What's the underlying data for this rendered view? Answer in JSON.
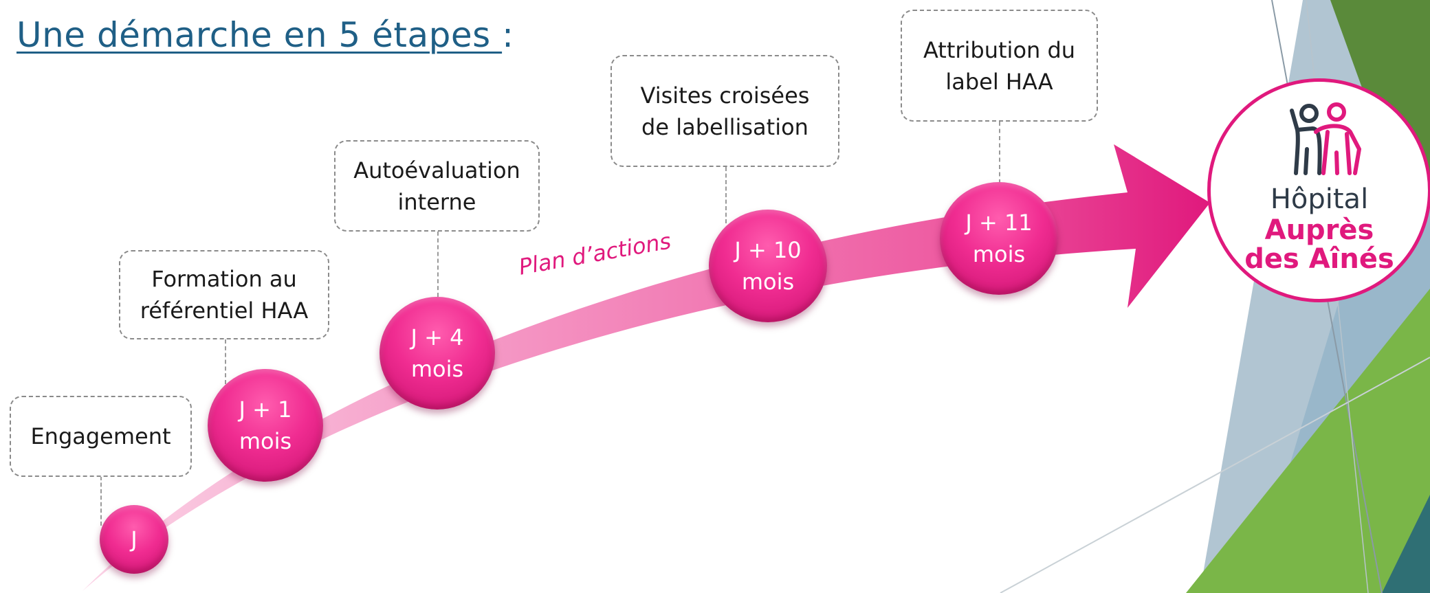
{
  "title": {
    "main": "Une démarche en 5 étapes ",
    "suffix": ":"
  },
  "arrow_label": "Plan d’actions",
  "colors": {
    "accent_pink": "#e0197d",
    "title_blue": "#1f5f86",
    "dashed_border": "#8a8a8a",
    "deco_green_dark": "#5a8a3a",
    "deco_green": "#7ab648",
    "deco_blue_grey": "#a9bfcd",
    "deco_teal": "#2f6f74"
  },
  "steps": [
    {
      "label_lines": [
        "Engagement"
      ],
      "milestone_lines": [
        "J"
      ]
    },
    {
      "label_lines": [
        "Formation au",
        "référentiel HAA"
      ],
      "milestone_lines": [
        "J + 1",
        "mois"
      ]
    },
    {
      "label_lines": [
        "Autoévaluation",
        "interne"
      ],
      "milestone_lines": [
        "J + 4",
        "mois"
      ]
    },
    {
      "label_lines": [
        "Visites croisées",
        "de labellisation"
      ],
      "milestone_lines": [
        "J + 10",
        "mois"
      ]
    },
    {
      "label_lines": [
        "Attribution du",
        "label HAA"
      ],
      "milestone_lines": [
        "J + 11",
        "mois"
      ]
    }
  ],
  "logo": {
    "line1": "Hôpital",
    "line2": "Auprès",
    "line3": "des Aînés",
    "icon": "elderly-and-caregiver-icon"
  }
}
